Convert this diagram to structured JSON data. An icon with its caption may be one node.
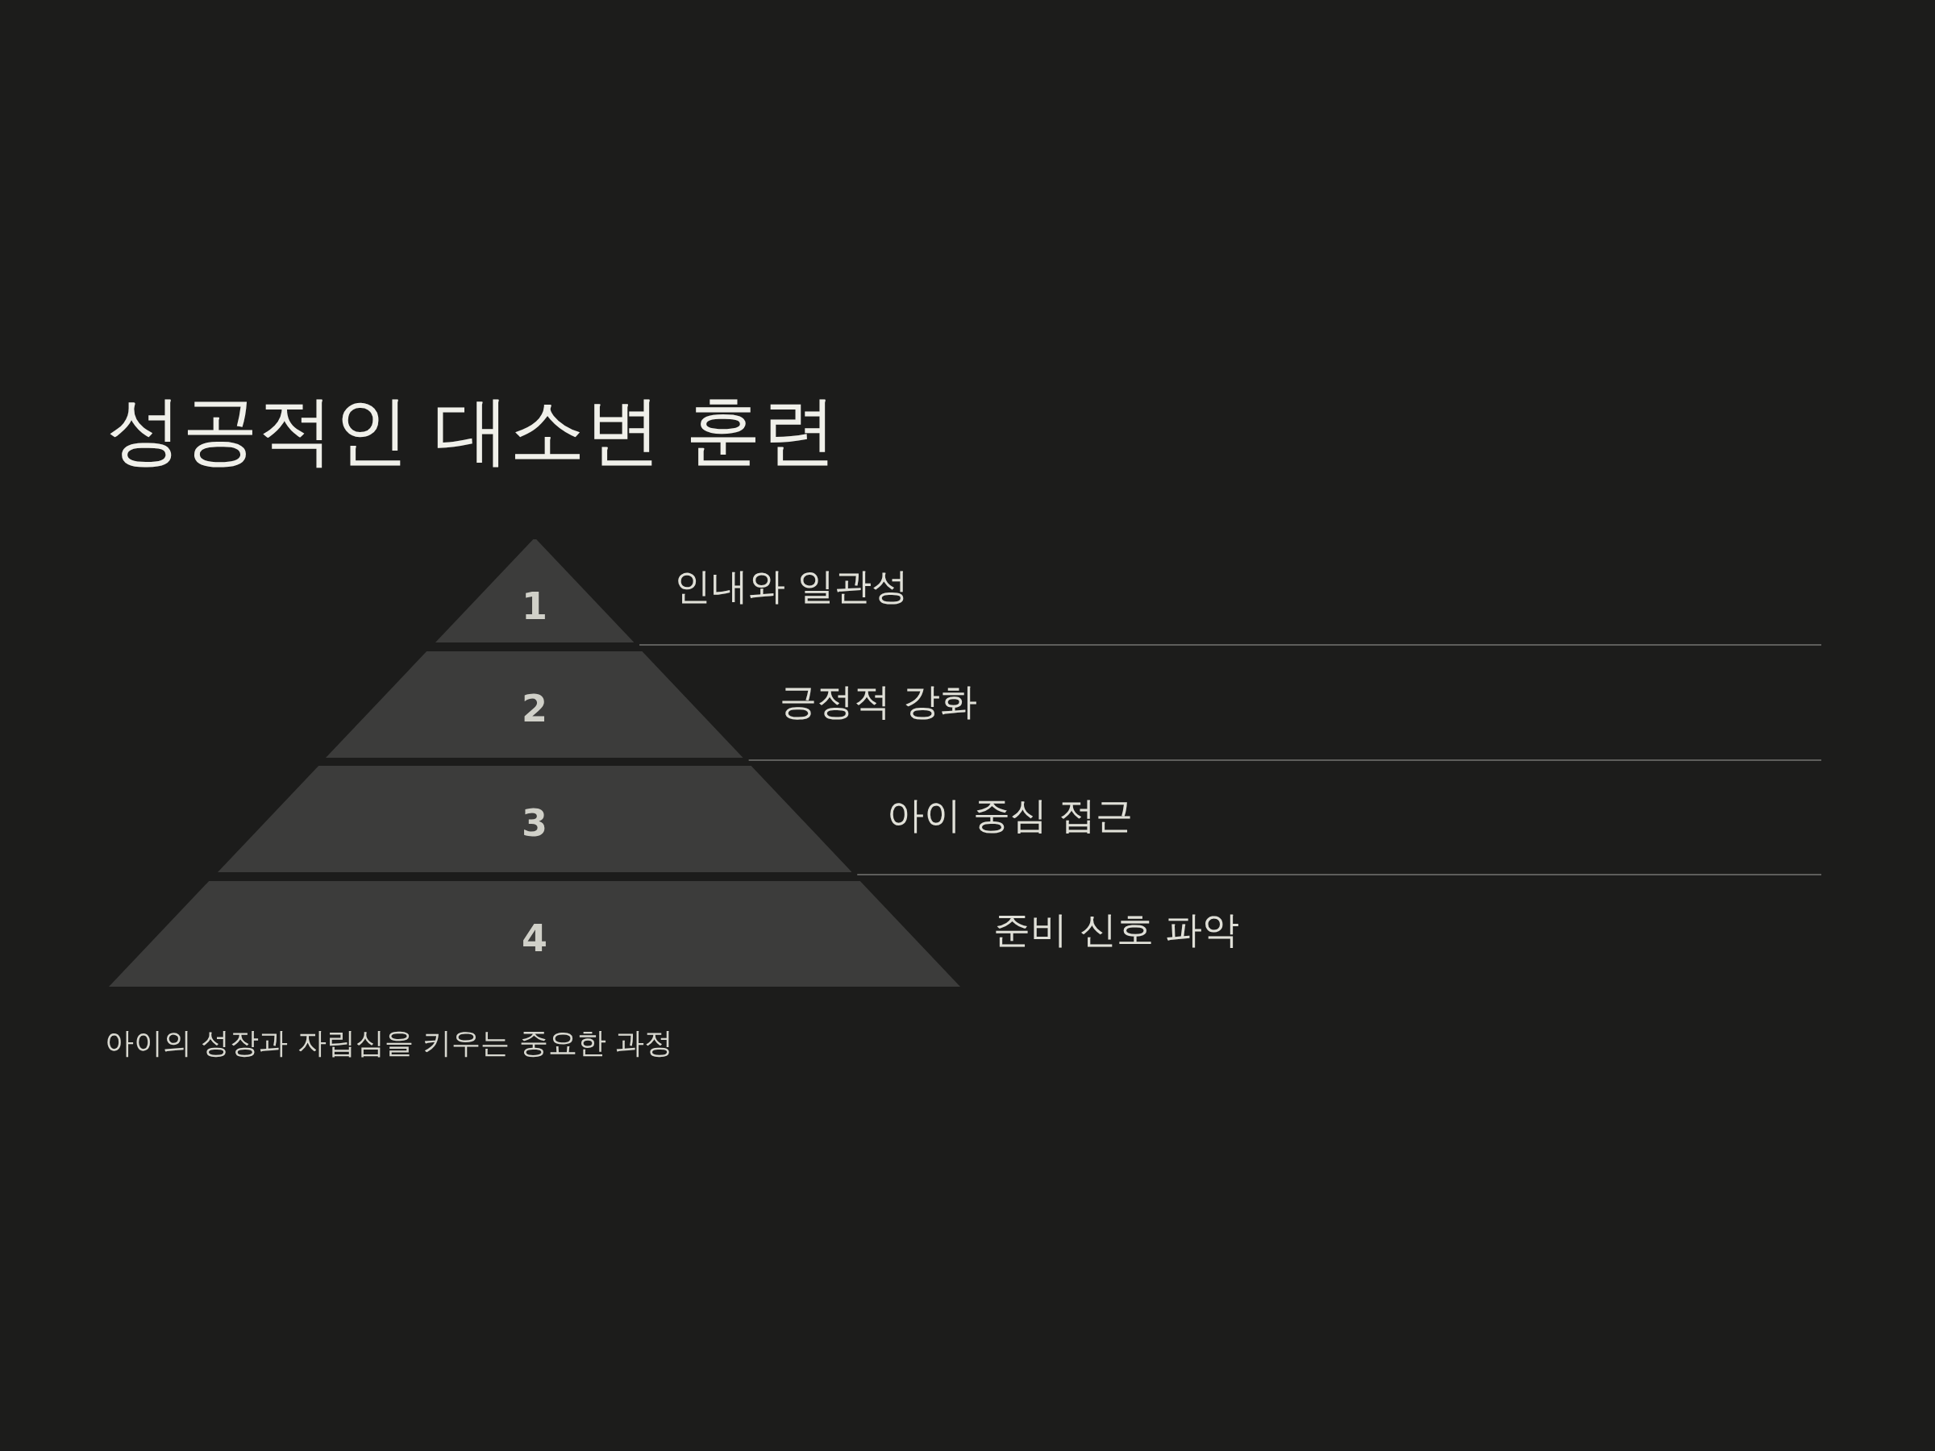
{
  "diagram": {
    "title": "성공적인 대소변 훈련",
    "nodes": [
      {
        "text": [
          "1"
        ],
        "beside": [
          "인내와 일관성"
        ]
      },
      {
        "text": [
          "2"
        ],
        "beside": [
          "긍정적 강화"
        ]
      },
      {
        "text": [
          "3"
        ],
        "beside": [
          "아이 중심 접근"
        ]
      },
      {
        "text": [
          "4"
        ],
        "beside": [
          "준비 신호 파악"
        ]
      }
    ],
    "caption": "아이의 성장과 자립심을 키우는 중요한 과정"
  }
}
